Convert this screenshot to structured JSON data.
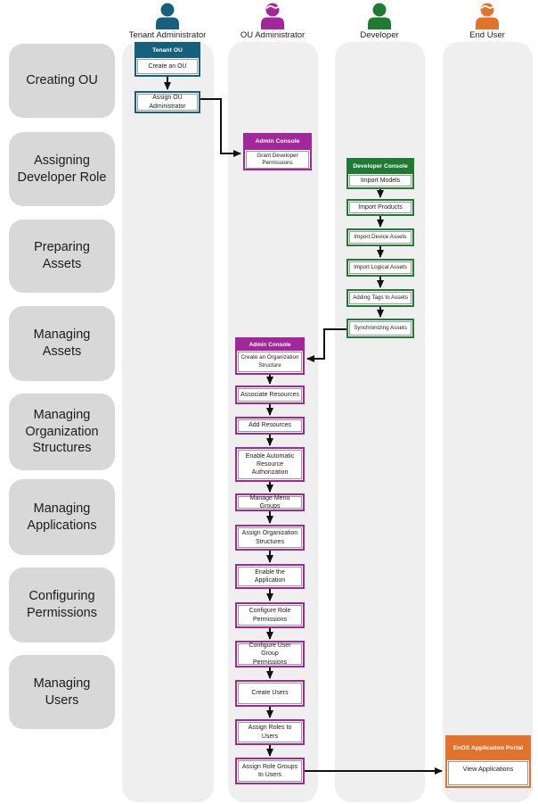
{
  "personas": [
    {
      "label": "Tenant Administrator",
      "color": "#16607e"
    },
    {
      "label": "OU Administrator",
      "color": "#a3269b"
    },
    {
      "label": "Developer",
      "color": "#1f7b34"
    },
    {
      "label": "End User",
      "color": "#e2732d"
    }
  ],
  "stages": [
    "Creating OU",
    "Assigning Developer Role",
    "Preparing Assets",
    "Managing Assets",
    "Managing Organization Structures",
    "Managing Applications",
    "Configuring Permissions",
    "Managing Users"
  ],
  "tenant": {
    "header": "Tenant OU",
    "create_ou": "Create an OU",
    "assign_ou_admin": "Assign OU Administrator"
  },
  "ou_admin": {
    "console1_header": "Admin Console",
    "grant_dev_permissions": "Grant Developer Permissions",
    "console2_header": "Admin Console",
    "create_org_structure": "Create an Organization Structure",
    "steps": [
      "Associate Resources",
      "Add Resources",
      "Enable Automatic Resource Authorization",
      "Manage Menu Groups",
      "Assign Organization Structures",
      "Enable the Application",
      "Configure Role Permissions",
      "Configure User Group Permissions",
      "Create Users",
      "Assign Roles to Users",
      "Assign Role Groups to Users"
    ]
  },
  "developer": {
    "console_header": "Developer Console",
    "import_models": "Import Models",
    "steps": [
      "Import Products",
      "Import Device Assets",
      "Import Logical Assets",
      "Adding Tags to Assets",
      "Synchronizing Assets"
    ]
  },
  "end_user": {
    "portal_header": "EnOS Application Portal",
    "view_applications": "View Applications"
  },
  "colors": {
    "lane_bg": "#efefef",
    "stage_bg": "#d8d8d8",
    "arrow": "#111111"
  }
}
